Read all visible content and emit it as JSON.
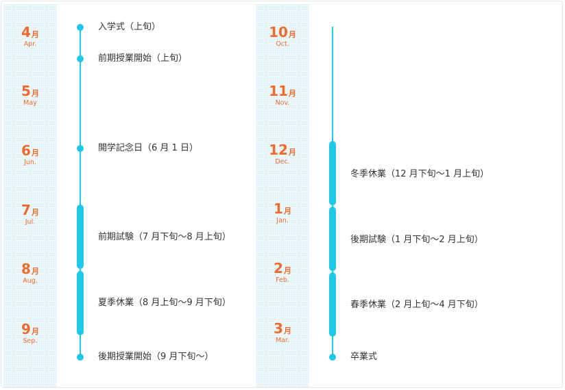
{
  "months_left": [
    {
      "num": "4",
      "tsu": "月",
      "en": "Apr."
    },
    {
      "num": "5",
      "tsu": "月",
      "en": "May"
    },
    {
      "num": "6",
      "tsu": "月",
      "en": "Jun."
    },
    {
      "num": "7",
      "tsu": "月",
      "en": "Jul."
    },
    {
      "num": "8",
      "tsu": "月",
      "en": "Aug."
    },
    {
      "num": "9",
      "tsu": "月",
      "en": "Sep."
    }
  ],
  "months_right": [
    {
      "num": "10",
      "tsu": "月",
      "en": "Oct."
    },
    {
      "num": "11",
      "tsu": "月",
      "en": "Nov."
    },
    {
      "num": "12",
      "tsu": "月",
      "en": "Dec."
    },
    {
      "num": "1",
      "tsu": "月",
      "en": "Jan."
    },
    {
      "num": "2",
      "tsu": "月",
      "en": "Feb."
    },
    {
      "num": "3",
      "tsu": "月",
      "en": "Mar."
    }
  ],
  "events_left": [
    "入学式（上旬）",
    "前期授業開始（上旬）",
    "開学記念日（6 月 1 日）",
    "前期試験（7 月下旬〜8 月上旬）",
    "夏季休業（8 月上旬〜9 月下旬）",
    "後期授業開始（9 月下旬〜）"
  ],
  "events_right": [
    "冬季休業（12 月下旬〜1 月上旬）",
    "後期試験（1 月下旬〜2 月上旬）",
    "春季休業（2 月上旬〜4 月下旬）",
    "卒業式"
  ],
  "colors": {
    "accent": "#ee6b2d",
    "timeline": "#1ec8e6",
    "column_bg": "#eef8fb"
  }
}
